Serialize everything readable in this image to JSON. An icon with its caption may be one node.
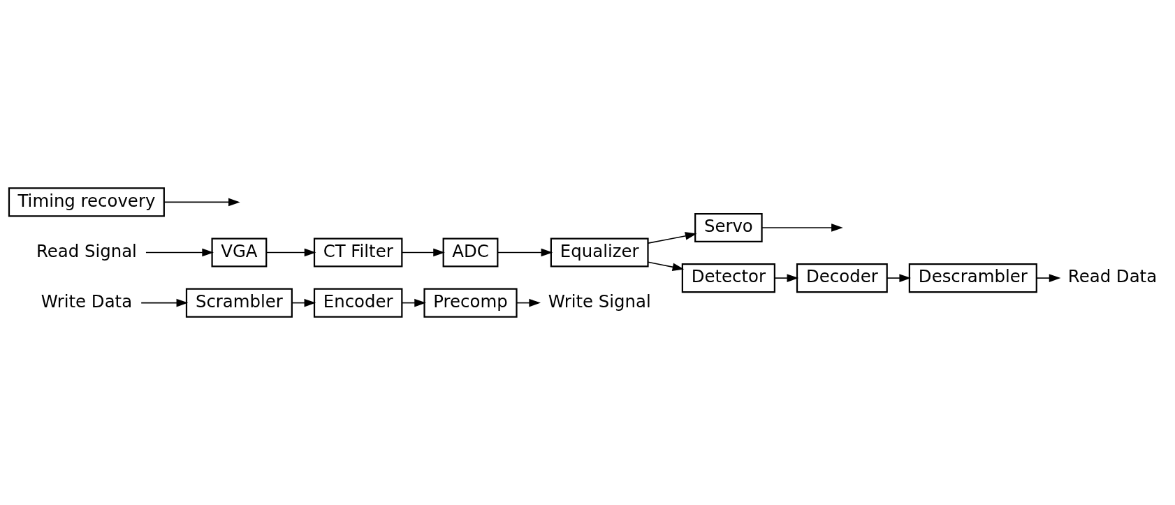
{
  "diagram": {
    "nodes": [
      {
        "text": [
          "Write Signal"
        ]
      },
      {
        "text": [
          "Precomp"
        ]
      },
      {
        "text": [
          "Encoder"
        ]
      },
      {
        "text": [
          "Scrambler"
        ]
      },
      {
        "text": [
          "Write Data"
        ]
      },
      {
        "text": [
          "Servo"
        ]
      },
      {
        "text": [
          "Read Signal"
        ]
      },
      {
        "text": [
          "VGA"
        ]
      },
      {
        "text": [
          "CT Filter"
        ]
      },
      {
        "text": [
          "ADC"
        ]
      },
      {
        "text": [
          "Equalizer"
        ]
      },
      {
        "text": [
          "Detector"
        ]
      },
      {
        "text": [
          "Timing recovery"
        ]
      },
      {
        "text": [
          "Decoder"
        ]
      },
      {
        "text": [
          "Descrambler"
        ]
      },
      {
        "text": [
          "Read Data"
        ]
      }
    ],
    "edges": [
      {
        "from": 4,
        "to": 3,
        "arrow": "to"
      },
      {
        "from": 3,
        "to": 2,
        "arrow": "to"
      },
      {
        "from": 2,
        "to": 1,
        "arrow": "to"
      },
      {
        "from": 1,
        "to": 0,
        "arrow": "to"
      },
      {
        "from": 5,
        "to": null,
        "arrow": "to"
      },
      {
        "from": 6,
        "to": 7,
        "arrow": "to"
      },
      {
        "from": 7,
        "to": 8,
        "arrow": "to"
      },
      {
        "from": 8,
        "to": 9,
        "arrow": "to"
      },
      {
        "from": 9,
        "to": 10,
        "arrow": "to"
      },
      {
        "from": 10,
        "to": 5,
        "arrow": "to"
      },
      {
        "from": 10,
        "to": 11,
        "arrow": "to"
      },
      {
        "from": 11,
        "to": 13,
        "arrow": "to"
      },
      {
        "from": 12,
        "to": null,
        "arrow": "to"
      },
      {
        "from": 13,
        "to": 14,
        "arrow": "to"
      },
      {
        "from": 14,
        "to": 15,
        "arrow": "to"
      }
    ]
  }
}
